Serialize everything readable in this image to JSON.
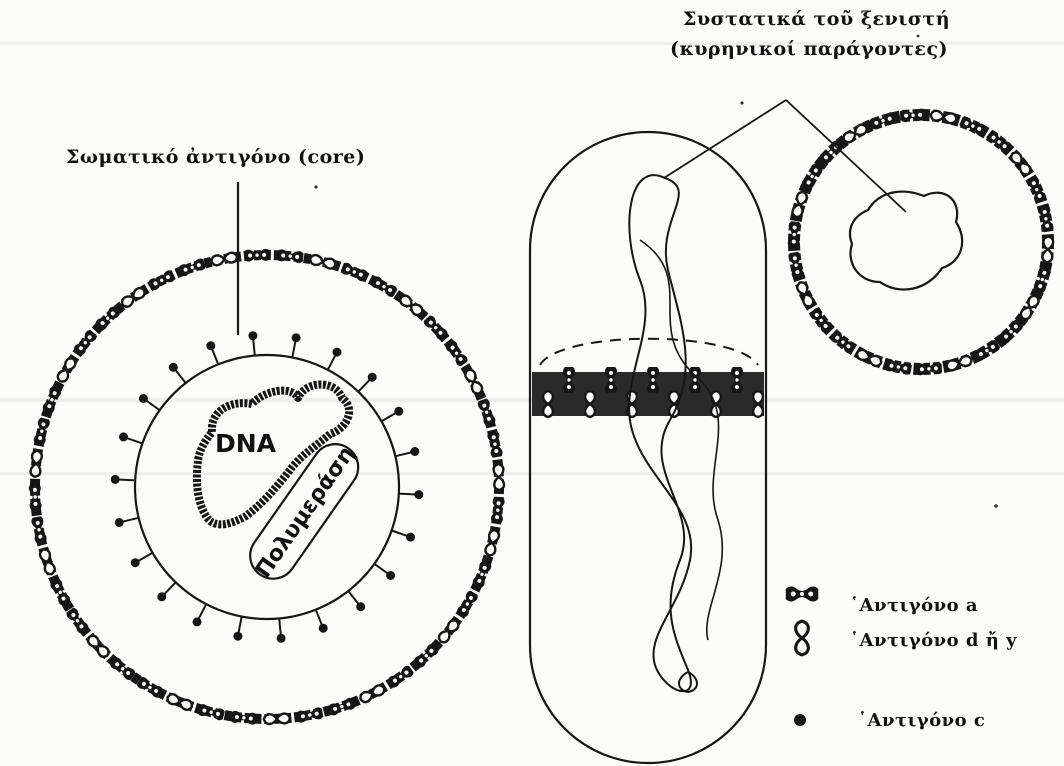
{
  "labels": {
    "host_line1": "Συστατικά τοῦ ξενιστή",
    "host_line2": "(κυρηνικοί παράγοντες)",
    "core": "Σωματικό ἀντιγόνο (core)",
    "dna": "DNA",
    "polymerase": "Πολυμεράση"
  },
  "legend": [
    {
      "icon": "antigen-a-icon",
      "text": "῾Αντιγόνο a"
    },
    {
      "icon": "antigen-d-y-icon",
      "text": "῾Αντιγόνο d ἤ y"
    },
    {
      "icon": "antigen-c-icon",
      "text": "῾Αντιγόνο c"
    }
  ]
}
